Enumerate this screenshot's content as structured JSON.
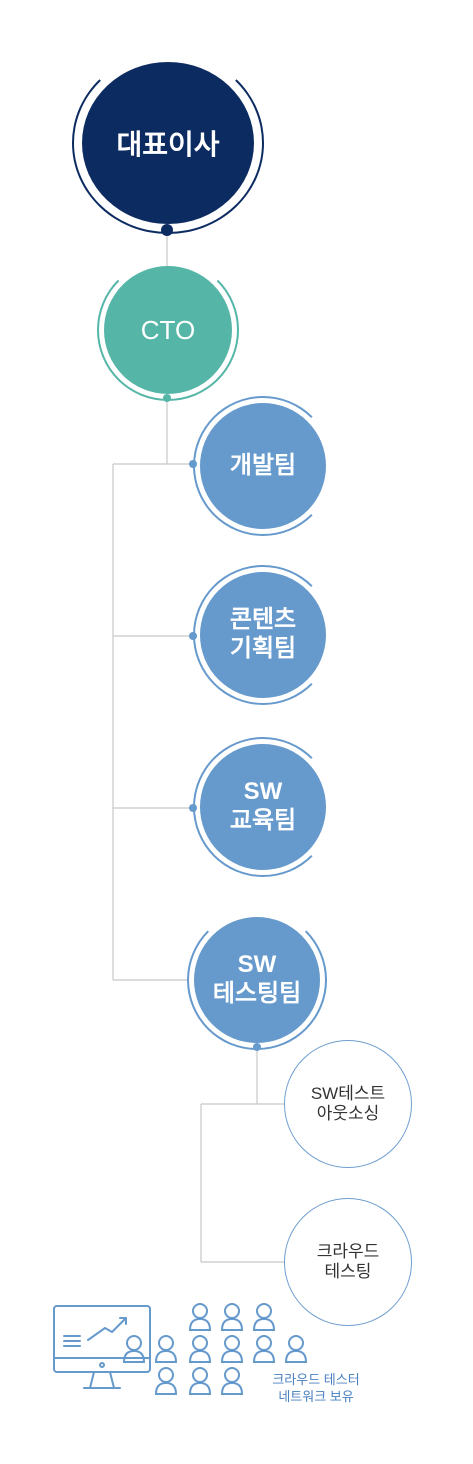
{
  "org": {
    "ceo": "대표이사",
    "cto": "CTO",
    "teams": [
      {
        "line1": "개발팀",
        "line2": ""
      },
      {
        "line1": "콘텐츠",
        "line2": "기획팀"
      },
      {
        "line1": "SW",
        "line2": "교육팀"
      },
      {
        "line1": "SW",
        "line2": "테스팅팀"
      }
    ],
    "sub_units": [
      {
        "line1": "SW테스트",
        "line2": "아웃소싱"
      },
      {
        "line1": "크라우드",
        "line2": "테스팅"
      }
    ]
  },
  "footer": {
    "caption_line1": "크라우드 테스터",
    "caption_line2": "네트워크 보유",
    "icon": "crowd-network-icon"
  },
  "colors": {
    "ceo": "#0b2b61",
    "cto": "#55b6a8",
    "team": "#6699cc",
    "outline": "#6e9ed0",
    "line": "#c8c8c8"
  }
}
